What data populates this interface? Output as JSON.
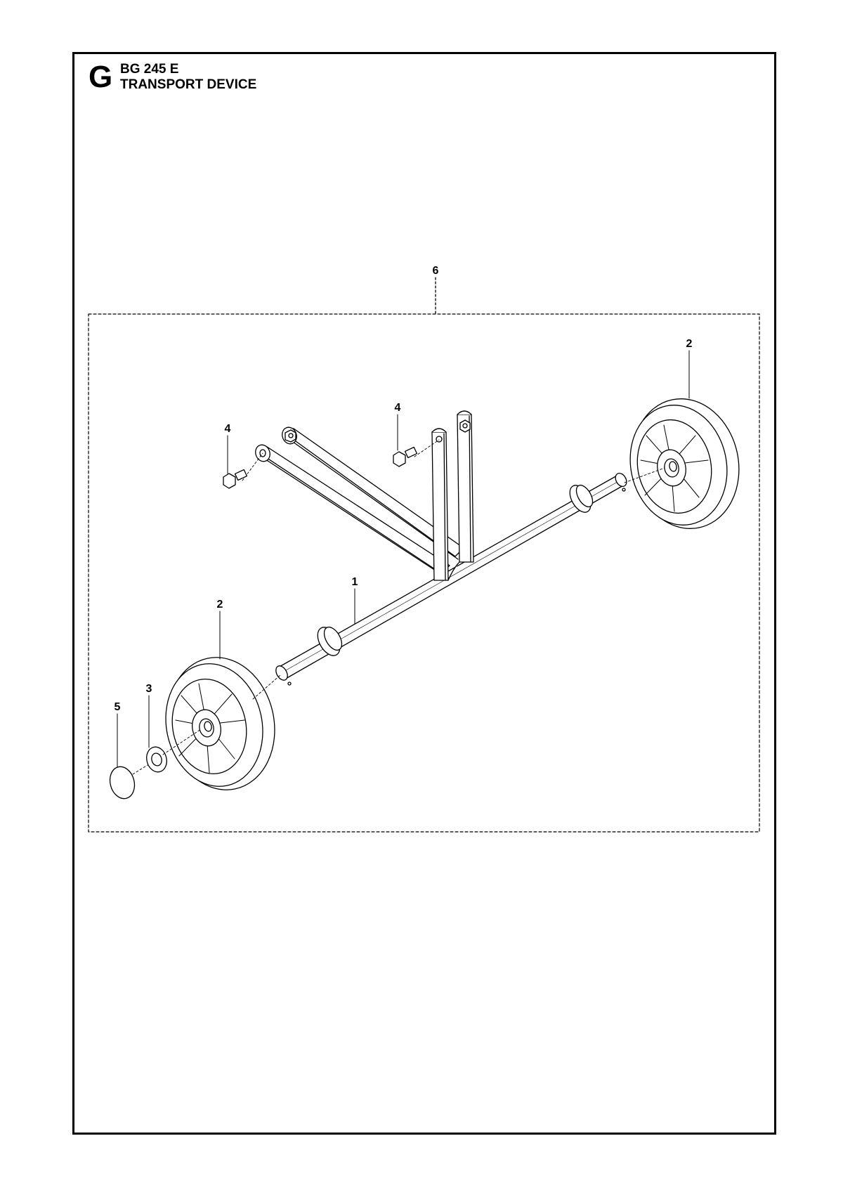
{
  "header": {
    "section_letter": "G",
    "model": "BG 245 E",
    "title": "TRANSPORT DEVICE"
  },
  "callouts": {
    "c1": "1",
    "c2a": "2",
    "c2b": "2",
    "c3": "3",
    "c4a": "4",
    "c4b": "4",
    "c5": "5",
    "c6": "6"
  }
}
